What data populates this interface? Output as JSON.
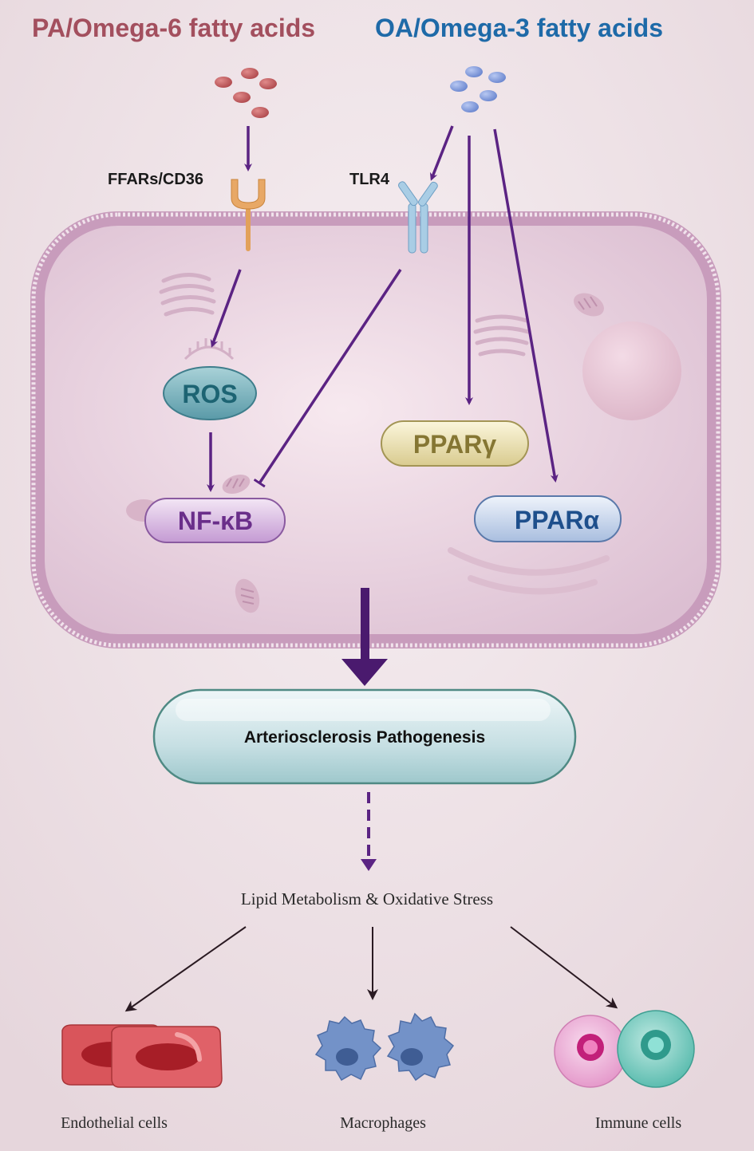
{
  "title_left": "PA/Omega-6 fatty acids",
  "title_right": "OA/Omega-3 fatty acids",
  "receptor_ffar": "FFARs/CD36",
  "receptor_tlr4": "TLR4",
  "nodes": {
    "ros": "ROS",
    "nfkb": "NF-κB",
    "ppar_gamma": "PPARγ",
    "ppar_alpha": "PPARα",
    "pathogenesis": "Arteriosclerosis Pathogenesis",
    "lipid": "Lipid Metabolism & Oxidative Stress"
  },
  "cells": {
    "endothelial": "Endothelial cells",
    "macrophages": "Macrophages",
    "immune": "Immune cells"
  },
  "colors": {
    "omega6": "#a34f5e",
    "omega3": "#1e6aa8",
    "arrow": "#5b2383",
    "background": "#efe5e8"
  }
}
